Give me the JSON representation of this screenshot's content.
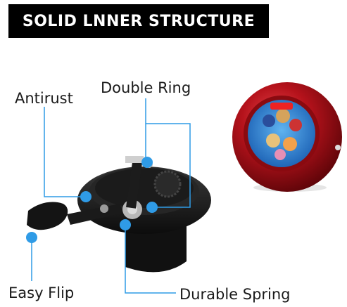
{
  "banner": {
    "title": "SOLID LNNER STRUCTURE"
  },
  "labels": {
    "antirust": "Antirust",
    "double_ring": "Double Ring",
    "easy_flip": "Easy Flip",
    "durable_spring": "Durable Spring"
  },
  "colors": {
    "banner_bg": "#000000",
    "callout": "#2f9be6",
    "bell_red": "#b5121b",
    "mechanism": "#1c1c1c"
  },
  "icons": [
    "bell-mechanism-image",
    "red-bell-image"
  ]
}
